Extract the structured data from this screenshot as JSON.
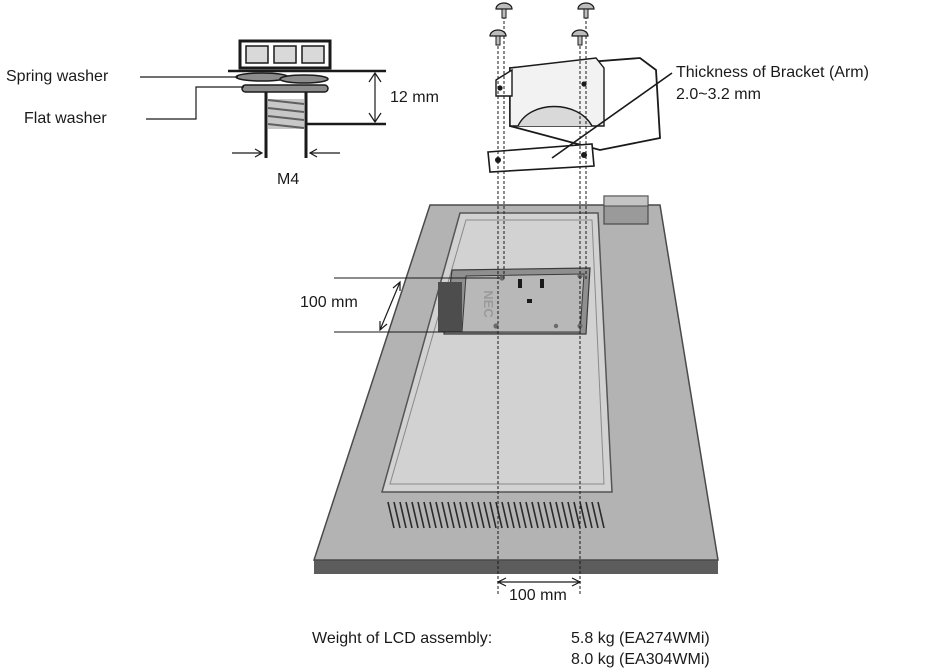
{
  "screw_detail": {
    "spring_washer_label": "Spring washer",
    "flat_washer_label": "Flat washer",
    "length_label": "12 mm",
    "thread_label": "M4"
  },
  "bracket": {
    "thickness_label": "Thickness of Bracket (Arm)",
    "thickness_value": "2.0~3.2 mm"
  },
  "monitor": {
    "brand_mark": "NEC",
    "vertical_spacing_label": "100 mm",
    "horizontal_spacing_label": "100 mm"
  },
  "weight": {
    "label": "Weight of LCD assembly:",
    "value_1": "5.8 kg (EA274WMi)",
    "value_2": "8.0 kg (EA304WMi)"
  }
}
